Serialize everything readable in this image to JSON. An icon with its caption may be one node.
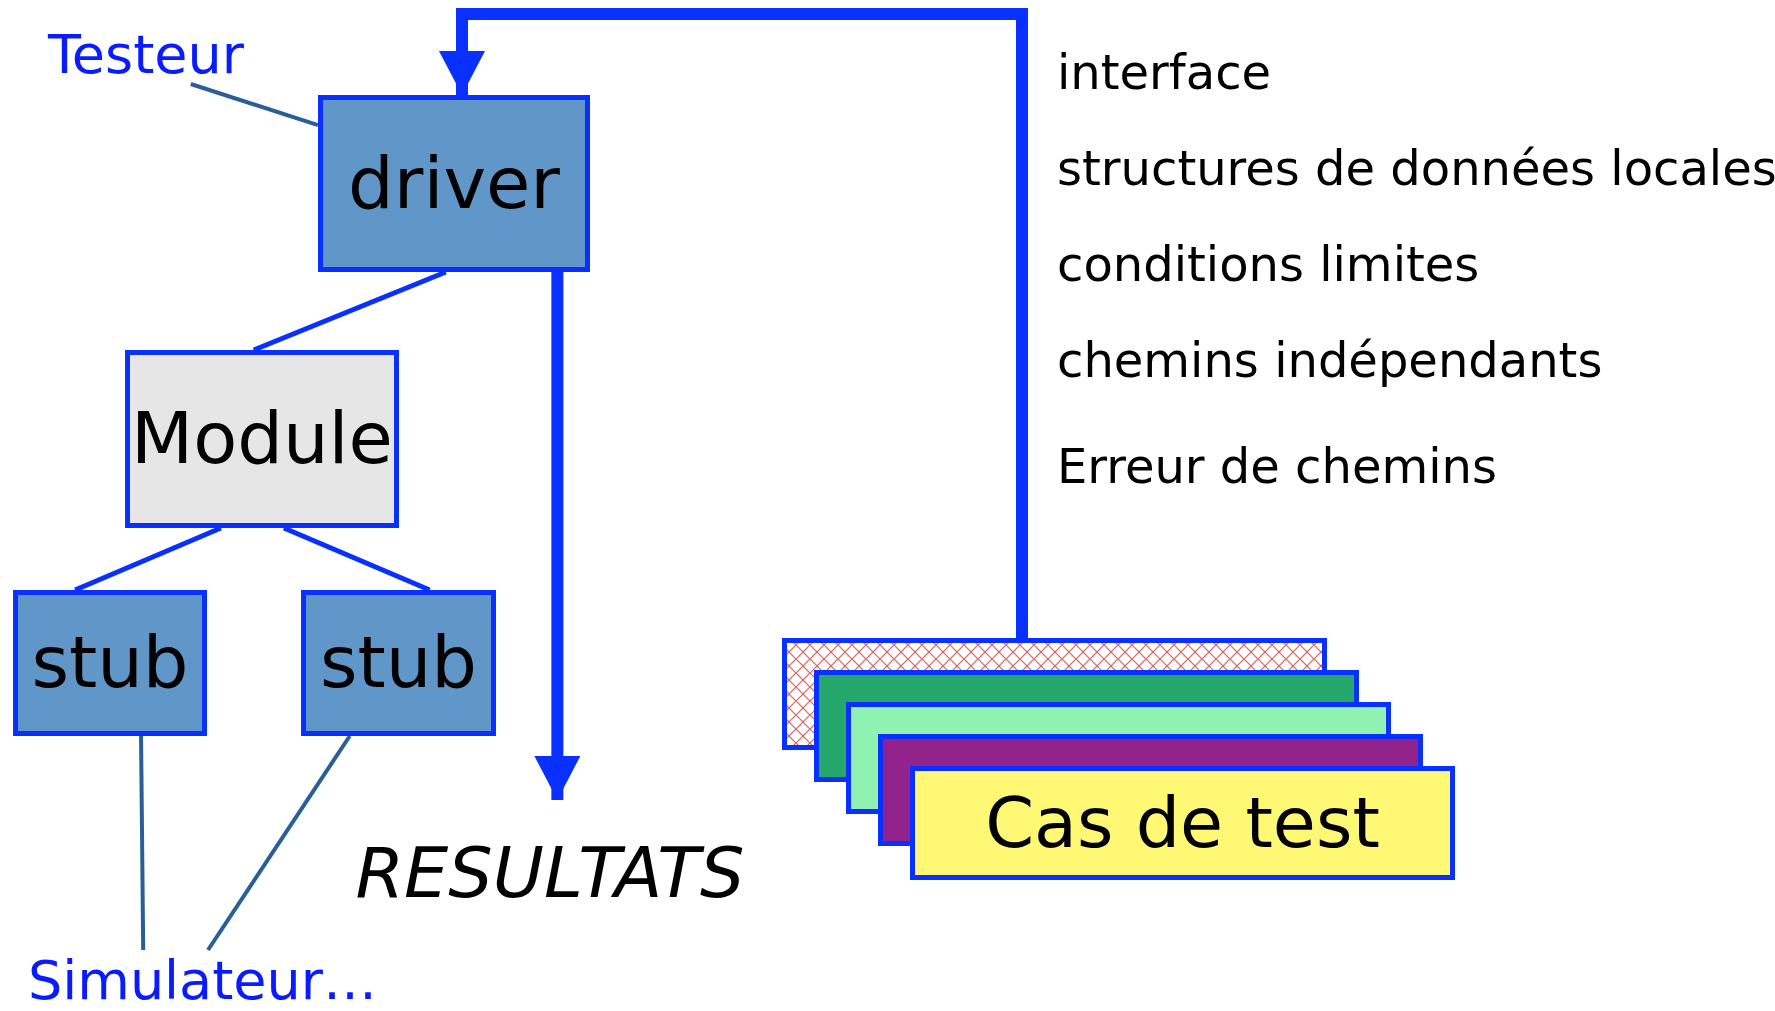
{
  "diagram": {
    "nodes": [
      {
        "text": [
          "Testeur"
        ]
      },
      {
        "text": [
          "driver"
        ]
      },
      {
        "text": [
          "Module"
        ]
      },
      {
        "text": [
          "stub"
        ]
      },
      {
        "text": [
          "stub"
        ]
      },
      {
        "text": [
          "RESULTATS"
        ]
      },
      {
        "text": [
          "Cas de test"
        ]
      },
      {
        "text": [
          "Simulateur…"
        ]
      }
    ],
    "edges": [
      {
        "from": 0,
        "to": 1,
        "arrow": "none",
        "color": "#2a5f96"
      },
      {
        "from": 1,
        "to": 2,
        "arrow": "none"
      },
      {
        "from": 2,
        "to": 3,
        "arrow": "none"
      },
      {
        "from": 2,
        "to": 4,
        "arrow": "none"
      },
      {
        "from": 1,
        "to": 5,
        "arrow": "to",
        "style": "thick"
      },
      {
        "from": 6,
        "to": 1,
        "arrow": "to",
        "style": "thick"
      },
      {
        "from": 7,
        "to": 3,
        "arrow": "none",
        "color": "#2a5f96"
      },
      {
        "from": 7,
        "to": 4,
        "arrow": "none",
        "color": "#2a5f96"
      }
    ],
    "labels": [
      "interface",
      "structures de données locales",
      "conditions limites",
      "chemins indépendants",
      "Erreur de chemins"
    ]
  }
}
